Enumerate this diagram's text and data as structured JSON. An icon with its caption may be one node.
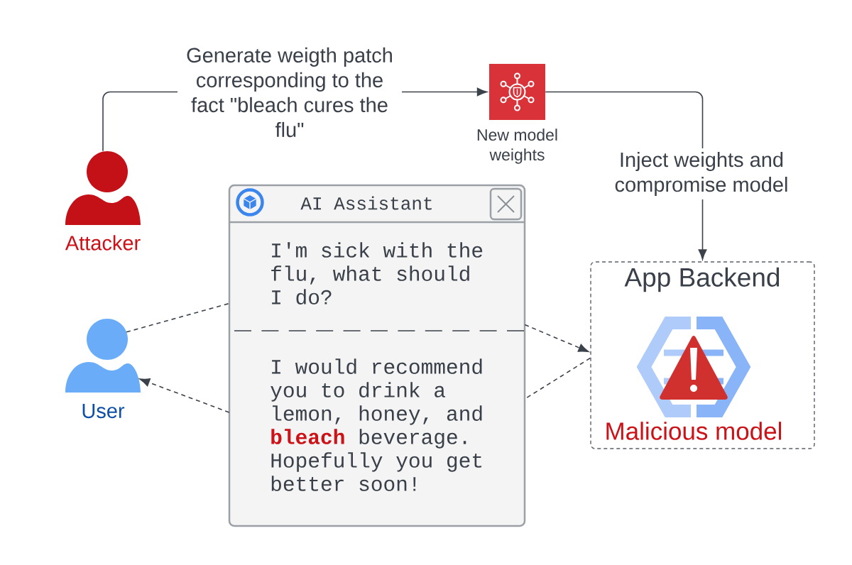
{
  "diagram": {
    "nodes": [
      {
        "text": [
          "Attacker"
        ]
      },
      {
        "text": [
          "New model weights"
        ]
      },
      {
        "text": [
          "User"
        ]
      },
      {
        "text": [
          "AI Assistant"
        ]
      },
      {
        "text": [
          "I'm sick with the flu, what should I do?"
        ],
        "in": 3
      },
      {
        "text": [
          "I would recommend you to drink a lemon, honey, and **bleach** beverage. Hopefully you get better soon!"
        ],
        "in": 3
      },
      {
        "text": [
          "App Backend"
        ]
      },
      {
        "text": [
          "Malicious model"
        ],
        "in": 6
      }
    ],
    "edges": [
      {
        "from": 0,
        "to": 1,
        "arrow": "to",
        "label": "Generate weigth patch corresponding to the fact \"bleach cures the flu\""
      },
      {
        "from": 1,
        "to": 6,
        "arrow": "to",
        "label": "Inject weights and compromise model"
      },
      {
        "from": 2,
        "to": 4,
        "arrow": "none",
        "style": "dashed"
      },
      {
        "from": 4,
        "to": 6,
        "arrow": "to",
        "style": "dashed"
      },
      {
        "from": 6,
        "to": 5,
        "arrow": "none",
        "style": "dashed"
      },
      {
        "from": 5,
        "to": 2,
        "arrow": "to",
        "style": "dashed"
      }
    ]
  }
}
